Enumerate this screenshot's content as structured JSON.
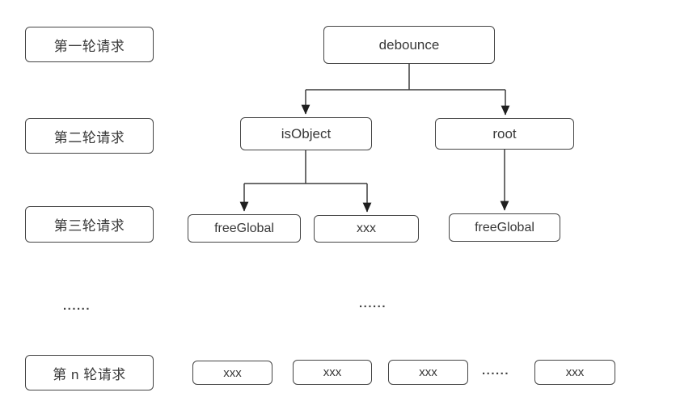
{
  "diagram": {
    "left_column": {
      "rows": [
        {
          "label": "第一轮请求"
        },
        {
          "label": "第二轮请求"
        },
        {
          "label": "第三轮请求"
        },
        {
          "label": "第 n 轮请求"
        }
      ],
      "ellipsis": "......"
    },
    "tree": {
      "level1": [
        {
          "label": "debounce"
        }
      ],
      "level2": [
        {
          "label": "isObject"
        },
        {
          "label": "root"
        }
      ],
      "level3": [
        {
          "label": "freeGlobal"
        },
        {
          "label": "xxx"
        },
        {
          "label": "freeGlobal"
        }
      ],
      "middle_ellipsis": "......",
      "bottom_row": [
        {
          "label": "xxx"
        },
        {
          "label": "xxx"
        },
        {
          "label": "xxx"
        },
        {
          "label": "xxx"
        }
      ],
      "bottom_row_ellipsis": "......"
    },
    "colors": {
      "background": "#ffffff",
      "border": "#454545",
      "text": "#383838",
      "connector": "#3d3d3d",
      "arrowhead": "#1f1f1f"
    }
  }
}
